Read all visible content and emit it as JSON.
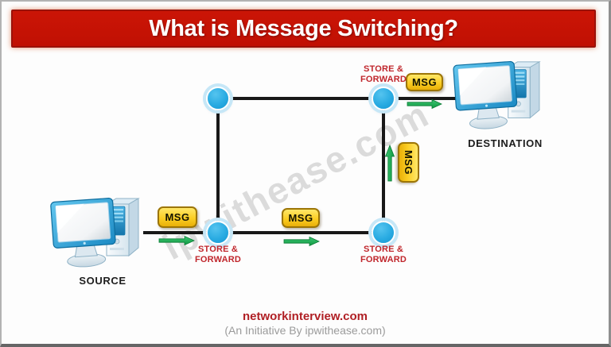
{
  "title": "What is Message Switching?",
  "watermark": "ipwithease.com",
  "diagram": {
    "source_label": "SOURCE",
    "destination_label": "DESTINATION",
    "msg_label": "MSG",
    "store_forward": {
      "line1": "STORE &",
      "line2": "FORWARD"
    }
  },
  "footer": {
    "site": "networkinterview.com",
    "tagline": "(An Initiative By ipwithease.com)"
  },
  "colors": {
    "banner_red": "#c21104",
    "node_blue": "#29abe2",
    "msg_yellow": "#fbce24",
    "arrow_green": "#1cab4d",
    "store_forward_red": "#c0262c",
    "site_red": "#b01f24",
    "link_black": "#181818"
  }
}
